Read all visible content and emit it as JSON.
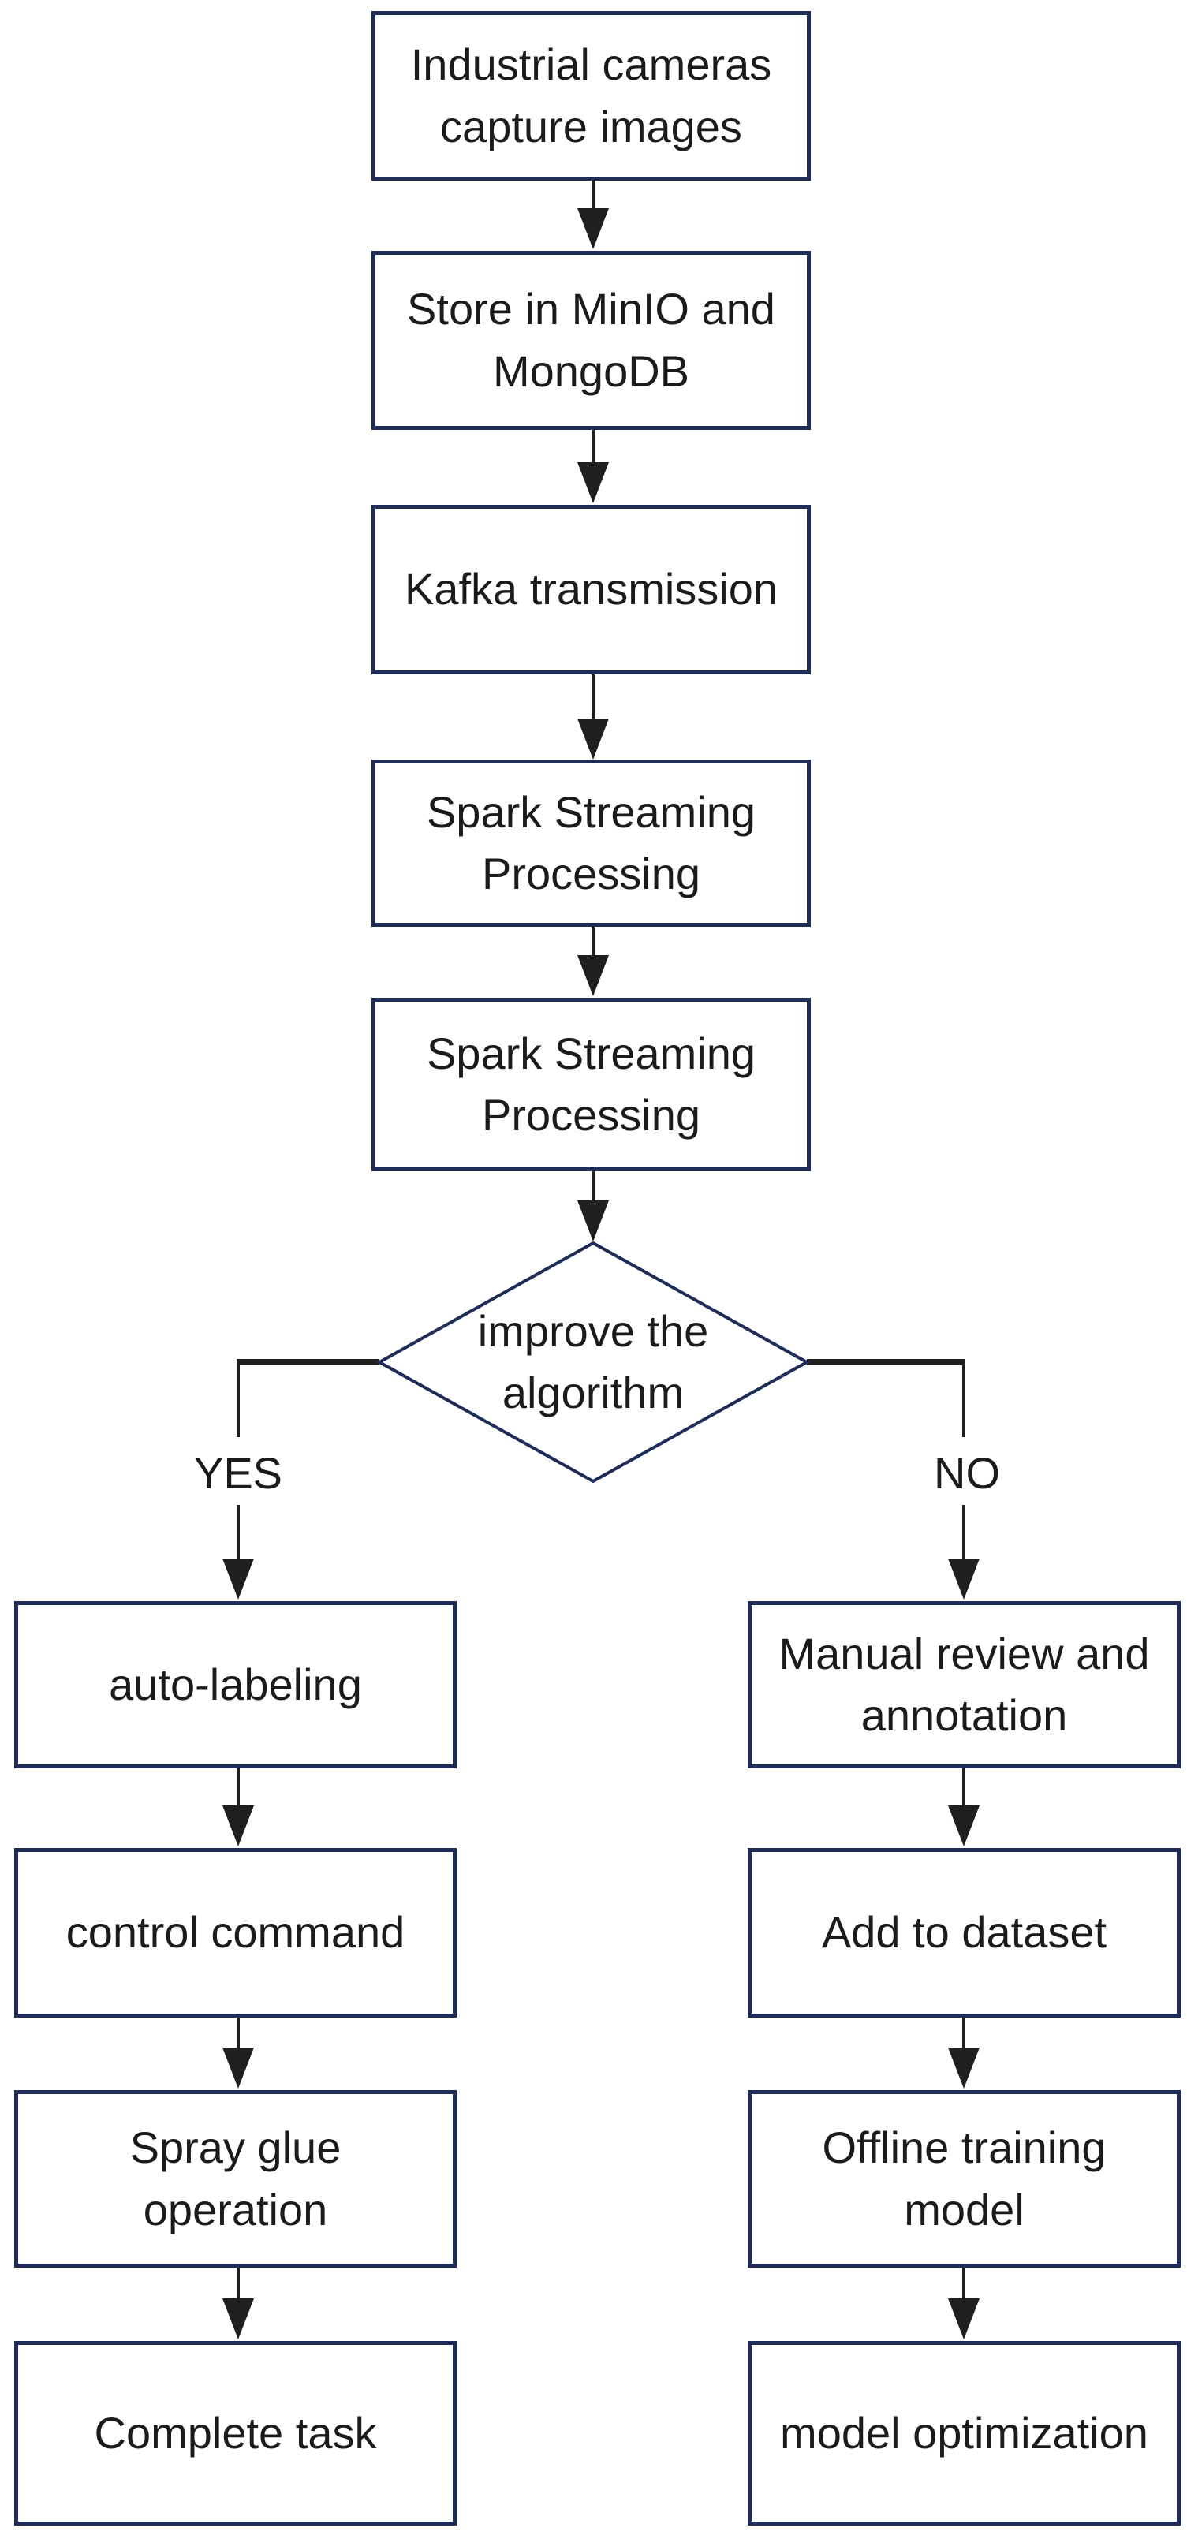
{
  "flowchart": {
    "main_sequence": [
      {
        "label": "Industrial cameras\ncapture images"
      },
      {
        "label": "Store in MinIO and\nMongoDB"
      },
      {
        "label": "Kafka transmission"
      },
      {
        "label": "Spark Streaming\nProcessing"
      },
      {
        "label": "Spark Streaming\nProcessing"
      }
    ],
    "decision": {
      "label": "improve the\nalgorithm",
      "yes_label": "YES",
      "no_label": "NO"
    },
    "yes_branch": [
      {
        "label": "auto-labeling"
      },
      {
        "label": "control command"
      },
      {
        "label": "Spray glue\noperation"
      },
      {
        "label": "Complete task"
      }
    ],
    "no_branch": [
      {
        "label": "Manual review and\nannotation"
      },
      {
        "label": "Add to dataset"
      },
      {
        "label": "Offline training\nmodel"
      },
      {
        "label": "model optimization"
      }
    ],
    "colors": {
      "node_border": "#1e2c57",
      "node_fill": "#ffffff",
      "connector": "#1f1f1f",
      "text": "#1b1b1b"
    }
  }
}
